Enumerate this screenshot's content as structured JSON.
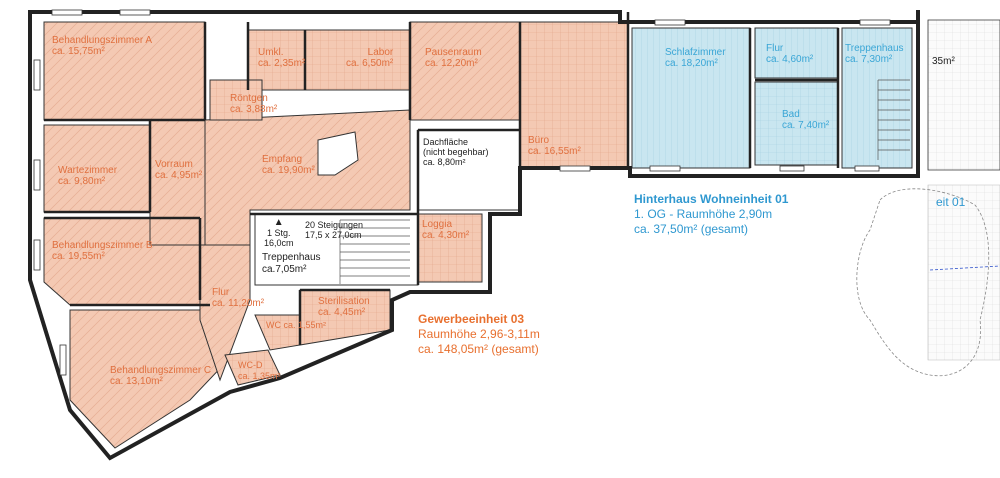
{
  "rooms_orange": [
    {
      "name": "Behandlungszimmer A",
      "area": "ca. 15,75m²"
    },
    {
      "name": "Umkl.",
      "area": "ca. 2,35m²"
    },
    {
      "name": "Labor",
      "area": "ca. 6,50m²"
    },
    {
      "name": "Pausenraum",
      "area": "ca. 12,20m²"
    },
    {
      "name": "Röntgen",
      "area": "ca. 3,88m²"
    },
    {
      "name": "Wartezimmer",
      "area": "ca. 9,80m²"
    },
    {
      "name": "Vorraum",
      "area": "ca. 4,95m²"
    },
    {
      "name": "Empfang",
      "area": "ca. 19,90m²"
    },
    {
      "name": "Büro",
      "area": "ca. 16,55m²"
    },
    {
      "name": "Behandlungszimmer B",
      "area": "ca. 19,55m²"
    },
    {
      "name": "Loggia",
      "area": "ca. 4,30m²"
    },
    {
      "name": "Flur",
      "area": "ca. 11,20m²"
    },
    {
      "name": "Sterilisation",
      "area": "ca. 4,45m²"
    },
    {
      "name": "WC",
      "area": "ca. 1,55m²"
    },
    {
      "name": "WC-D",
      "area": "ca. 1,35m²"
    },
    {
      "name": "Behandlungszimmer C",
      "area": "ca. 13,10m²"
    }
  ],
  "rooms_blue": [
    {
      "name": "Schlafzimmer",
      "area": "ca. 18,20m²"
    },
    {
      "name": "Flur",
      "area": "ca. 4,60m²"
    },
    {
      "name": "Treppenhaus",
      "area": "ca. 7,30m²"
    },
    {
      "name": "Bad",
      "area": "ca. 7,40m²"
    }
  ],
  "stair": {
    "steps": "1 Stg.",
    "step_height": "16,0cm",
    "name": "Treppenhaus",
    "area": "ca.7,05m²",
    "rise": "20 Steigungen",
    "dims": "17,5 x 27,0cm"
  },
  "roof": {
    "line1": "Dachfläche",
    "line2": "(nicht begehbar)",
    "area": "ca. 8,80m²"
  },
  "unit_commercial": {
    "title": "Gewerbeeinheit 03",
    "height": "Raumhöhe 2,96-3,11m",
    "area": "ca. 148,05m² (gesamt)"
  },
  "unit_residential": {
    "title": "Hinterhaus Wohneinheit 01",
    "height": "1. OG - Raumhöhe 2,90m",
    "area": "ca. 37,50m² (gesamt)"
  },
  "neighbor": {
    "area_fragment": "35m²",
    "title_fragment": "eit 01"
  },
  "colors": {
    "orange": "#f4c9b3",
    "orange_text": "#e8702f",
    "blue": "#c9e6f0",
    "blue_text": "#2f98d0"
  }
}
